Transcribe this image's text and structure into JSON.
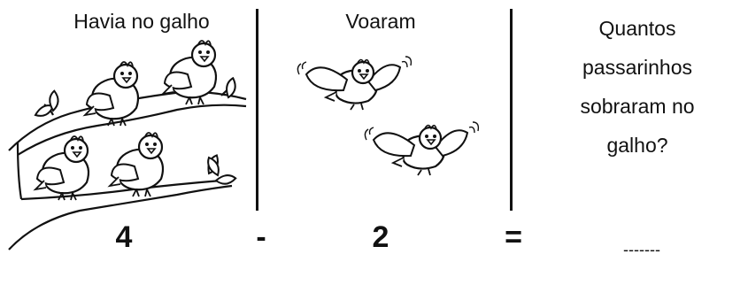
{
  "columns": {
    "had": {
      "heading": "Havia no galho",
      "value": "4"
    },
    "flew": {
      "heading": "Voaram",
      "value": "2"
    },
    "question": {
      "lines": [
        "Quantos",
        "passarinhos",
        "sobraram no",
        "galho?"
      ],
      "answer_blank": "-------"
    }
  },
  "operators": {
    "minus": "-",
    "equals": "="
  },
  "birds": {
    "on_branch": 4,
    "flying": 2
  }
}
